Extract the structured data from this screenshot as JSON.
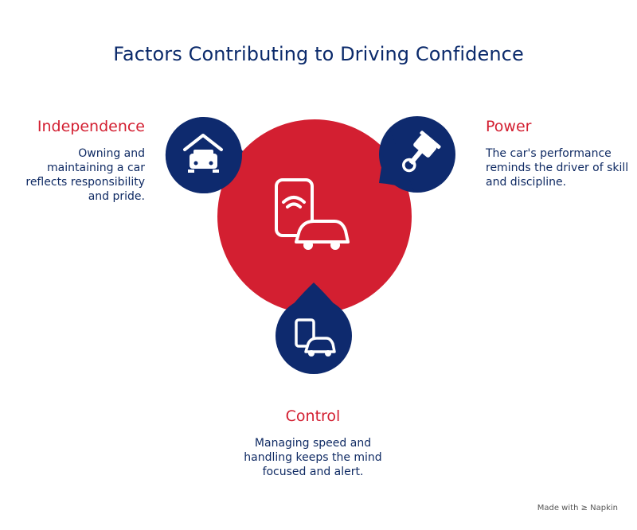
{
  "title": "Factors Contributing to Driving Confidence",
  "colors": {
    "accent_red": "#D31F31",
    "navy": "#0E2A6E",
    "text_navy": "#0F2A63",
    "white": "#FFFFFF"
  },
  "center": {
    "icon": "phone-car-icon"
  },
  "factors": [
    {
      "heading": "Independence",
      "description": "Owning and maintaining a car reflects responsibility and pride.",
      "icon": "garage-car-icon"
    },
    {
      "heading": "Power",
      "description": "The car's performance reminds the driver of skill and discipline.",
      "icon": "piston-icon"
    },
    {
      "heading": "Control",
      "description": "Managing speed and handling keeps the mind focused and alert.",
      "icon": "device-car-icon"
    }
  ],
  "footer": "Made with ≥ Napkin"
}
